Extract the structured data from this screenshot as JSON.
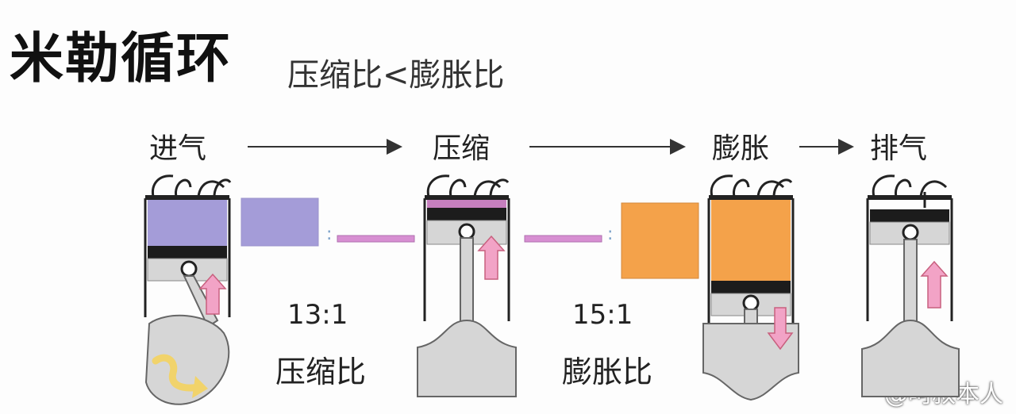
{
  "title": "米勒循环",
  "subtitle": "压缩比<膨胀比",
  "stages": [
    "进气",
    "压缩",
    "膨胀",
    "排气"
  ],
  "compression": {
    "ratio": "13:1",
    "label": "压缩比"
  },
  "expansion": {
    "ratio": "15:1",
    "label": "膨胀比"
  },
  "watermark": "@呵叔本人",
  "colors": {
    "intake_gas": "#a49cd8",
    "expansion_gas": "#f4a24a",
    "arrow": "#f2a3c6",
    "metal": "#d6d6d6",
    "ring": "#222222",
    "flywheel_arrow": "#f1d36b"
  }
}
